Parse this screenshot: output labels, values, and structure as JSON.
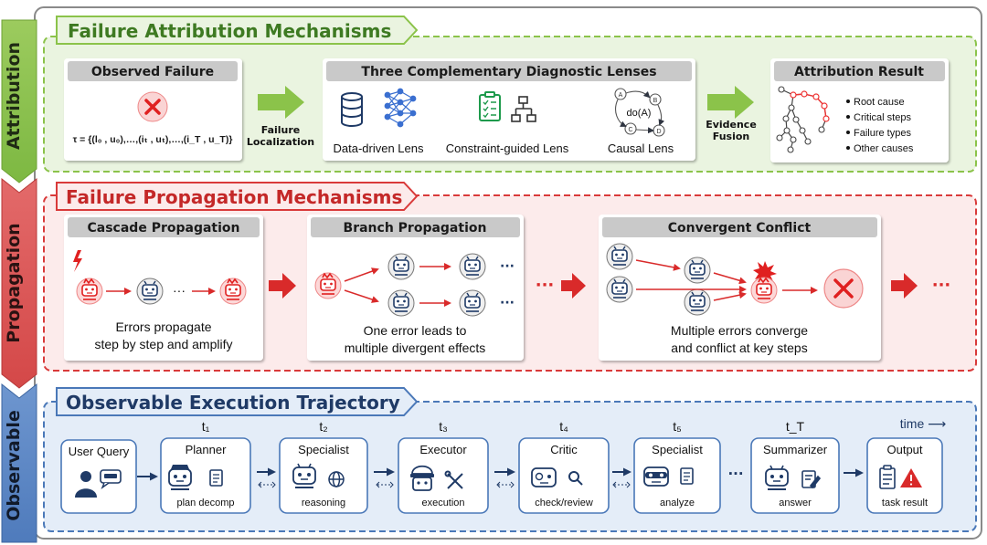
{
  "colors": {
    "green": "#8BC34A",
    "green_fill": "#EAF4E0",
    "red": "#D93A3A",
    "red_fill": "#FCEBEB",
    "blue": "#4A78B8",
    "blue_fill": "#E4EDF8",
    "grey_title": "#C9C9C9",
    "arrow_red": "#D92A2A",
    "dark": "#2E3440"
  },
  "side_labels": {
    "attribution": "Attribution",
    "propagation": "Propagation",
    "observable": "Observable"
  },
  "attribution": {
    "title": "Failure Attribution Mechanisms",
    "observed": {
      "title": "Observed Failure",
      "formula": "τ = {(l₀ , u₀),…,(iₜ , uₜ),…,(i_T , u_T)}"
    },
    "arrow1": [
      "Failure",
      "Localization"
    ],
    "lenses": {
      "title": "Three Complementary Diagnostic Lenses",
      "data": "Data-driven Lens",
      "constraint": "Constraint-guided Lens",
      "causal": "Causal Lens",
      "do_label": "do(A)",
      "nodes": [
        "A",
        "B",
        "C",
        "D"
      ]
    },
    "arrow2": [
      "Evidence",
      "Fusion"
    ],
    "result": {
      "title": "Attribution Result",
      "items": [
        "Root cause",
        "Critical steps",
        "Failure types",
        "Other causes"
      ]
    }
  },
  "propagation": {
    "title": "Failure Propagation Mechanisms",
    "cascade": {
      "title": "Cascade Propagation",
      "desc": [
        "Errors propagate",
        "step by step and amplify"
      ],
      "dots": "···"
    },
    "branch": {
      "title": "Branch Propagation",
      "desc": [
        "One error leads to",
        "multiple divergent effects"
      ],
      "dots": "···"
    },
    "mid_dots": "···",
    "convergent": {
      "title": "Convergent Conflict",
      "desc": [
        "Multiple errors converge",
        "and conflict at key steps"
      ]
    },
    "end_dots": "···"
  },
  "observable": {
    "title": "Observable Execution Trajectory",
    "time_label": "time ⟶",
    "dots": "···",
    "steps": [
      {
        "t": "",
        "title": "User Query",
        "caption": ""
      },
      {
        "t": "t₁",
        "title": "Planner",
        "caption": "plan decomp"
      },
      {
        "t": "t₂",
        "title": "Specialist",
        "caption": "reasoning"
      },
      {
        "t": "t₃",
        "title": "Executor",
        "caption": "execution"
      },
      {
        "t": "t₄",
        "title": "Critic",
        "caption": "check/review"
      },
      {
        "t": "t₅",
        "title": "Specialist",
        "caption": "analyze"
      },
      {
        "t": "t_T",
        "title": "Summarizer",
        "caption": "answer"
      },
      {
        "t": "",
        "title": "Output",
        "caption": "task result"
      }
    ]
  }
}
